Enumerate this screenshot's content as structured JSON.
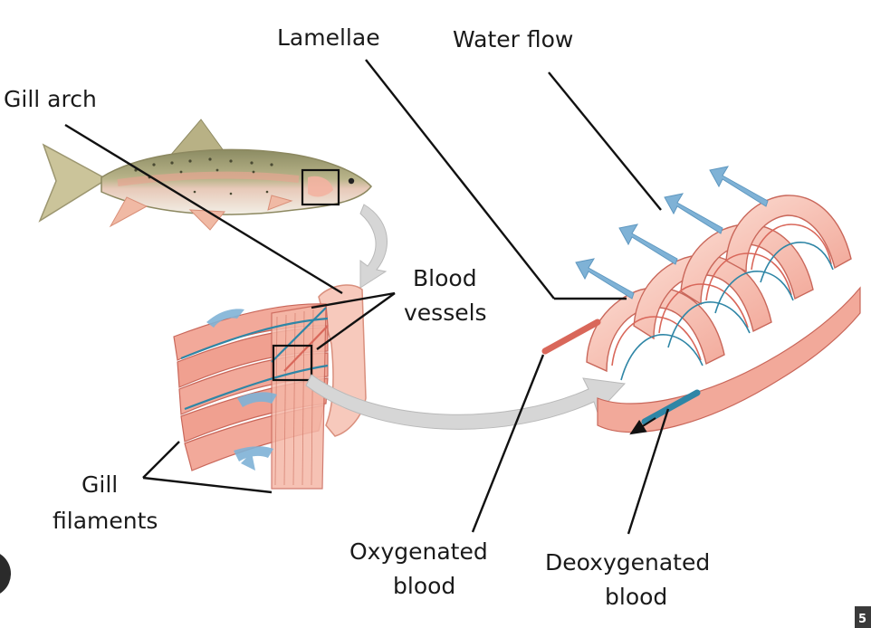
{
  "labels": {
    "gill_arch": "Gill arch",
    "lamellae": "Lamellae",
    "water_flow": "Water flow",
    "blood_vessels_line1": "Blood",
    "blood_vessels_line2": "vessels",
    "gill_filaments_line1": "Gill",
    "gill_filaments_line2": "filaments",
    "oxygenated_line1": "Oxygenated",
    "oxygenated_line2": "blood",
    "deoxygenated_line1": "Deoxygenated",
    "deoxygenated_line2": "blood"
  },
  "page_badge": "5",
  "colors": {
    "tissue": "#f2a99a",
    "tissue_dark": "#d9675a",
    "tissue_light": "#fbd9cf",
    "water_arrow": "#7fb2d6",
    "deoxygenated_vessel": "#2f86a6",
    "zoom_arrow": "#d6d6d6",
    "fish_back": "#8c8c63",
    "fish_belly": "#f2efe6"
  }
}
